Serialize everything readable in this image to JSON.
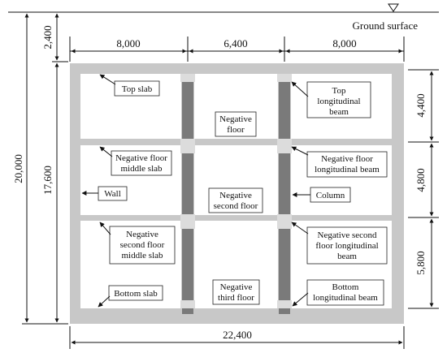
{
  "ground_surface": "Ground surface",
  "dimensions": {
    "top_spans": [
      "8,000",
      "6,400",
      "8,000"
    ],
    "bottom_total": "22,400",
    "left_total": "20,000",
    "left_cover": "2,400",
    "left_structure": "17,600",
    "right_floors": [
      "4,400",
      "4,800",
      "5,800"
    ]
  },
  "labels": {
    "top_slab": "Top slab",
    "negative_floor": [
      "Negative",
      "floor"
    ],
    "top_longitudinal_beam": [
      "Top",
      "longitudinal",
      "beam"
    ],
    "neg_floor_middle_slab": [
      "Negative floor",
      "middle slab"
    ],
    "neg_floor_long_beam": [
      "Negative floor",
      "longitudinal beam"
    ],
    "wall": "Wall",
    "negative_second_floor": [
      "Negative",
      "second floor"
    ],
    "column": "Column",
    "neg_second_floor_middle_slab": [
      "Negative",
      "second floor",
      "middle slab"
    ],
    "neg_second_floor_long_beam": [
      "Negative second",
      "floor longitudinal",
      "beam"
    ],
    "bottom_slab": "Bottom slab",
    "negative_third_floor": [
      "Negative",
      "third floor"
    ],
    "bottom_longitudinal_beam": [
      "Bottom",
      "longitudinal beam"
    ]
  },
  "colors": {
    "concrete": "#c8c8c8",
    "column": "#7a7a7a",
    "line": "#111111"
  }
}
